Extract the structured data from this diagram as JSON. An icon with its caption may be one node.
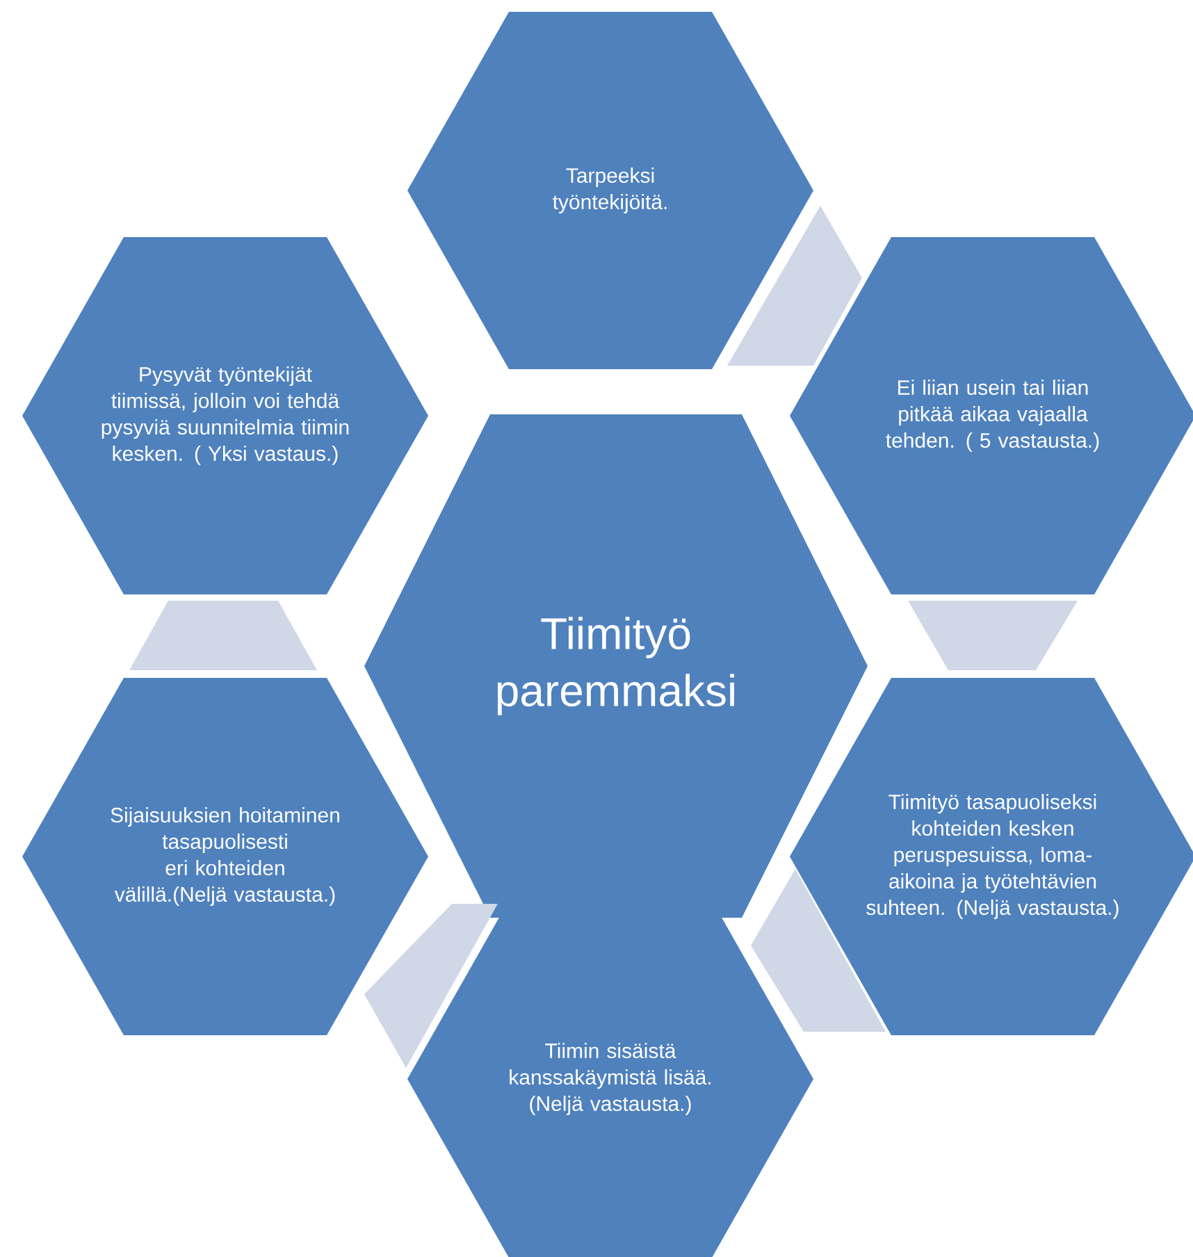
{
  "diagram": {
    "nodes": [
      {
        "text": [
          "Tarpeeksi työntekijöitä."
        ]
      },
      {
        "text": [
          "Pysyvät työntekijät tiimissä, jolloin voi tehdä pysyviä suunnitelmia tiimin kesken. ( Yksi vastaus.)"
        ]
      },
      {
        "text": [
          "Ei liian usein tai liian pitkää aikaa vajaalla tehden. ( 5 vastausta.)"
        ]
      },
      {
        "text": [
          "Tiimityö paremmaksi"
        ]
      },
      {
        "text": [
          "Sijaisuuksien hoitaminen tasapuolisesti  eri kohteiden välillä.(Neljä vastausta.)"
        ]
      },
      {
        "text": [
          "Tiimityö tasapuoliseksi kohteiden kesken peruspesuissa, loma-aikoina ja työtehtävien suhteen.  (Neljä vastausta.)"
        ]
      },
      {
        "text": [
          "Tiimin sisäistä kanssakäymistä lisää. (Neljä vastausta.)"
        ]
      },
      {
        "text": [],
        "shape": "trapezoid"
      },
      {
        "text": [],
        "shape": "trapezoid"
      },
      {
        "text": [],
        "shape": "trapezoid"
      },
      {
        "text": [],
        "shape": "trapezoid"
      },
      {
        "text": [],
        "shape": "trapezoid"
      }
    ]
  }
}
